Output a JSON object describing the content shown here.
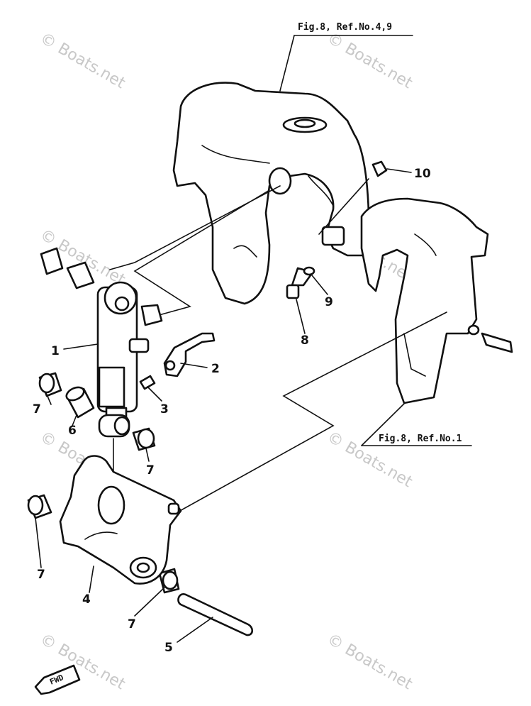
{
  "references": {
    "upper": "Fig.8, Ref.No.4,9",
    "lower": "Fig.8, Ref.No.1"
  },
  "callouts": {
    "c1": "1",
    "c2": "2",
    "c3": "3",
    "c4": "4",
    "c5": "5",
    "c6": "6",
    "c7a": "7",
    "c7b": "7",
    "c7c": "7",
    "c7d": "7",
    "c8": "8",
    "c9": "9",
    "c10": "10"
  },
  "fwd_label": "FWD",
  "watermark": "© Boats.net"
}
